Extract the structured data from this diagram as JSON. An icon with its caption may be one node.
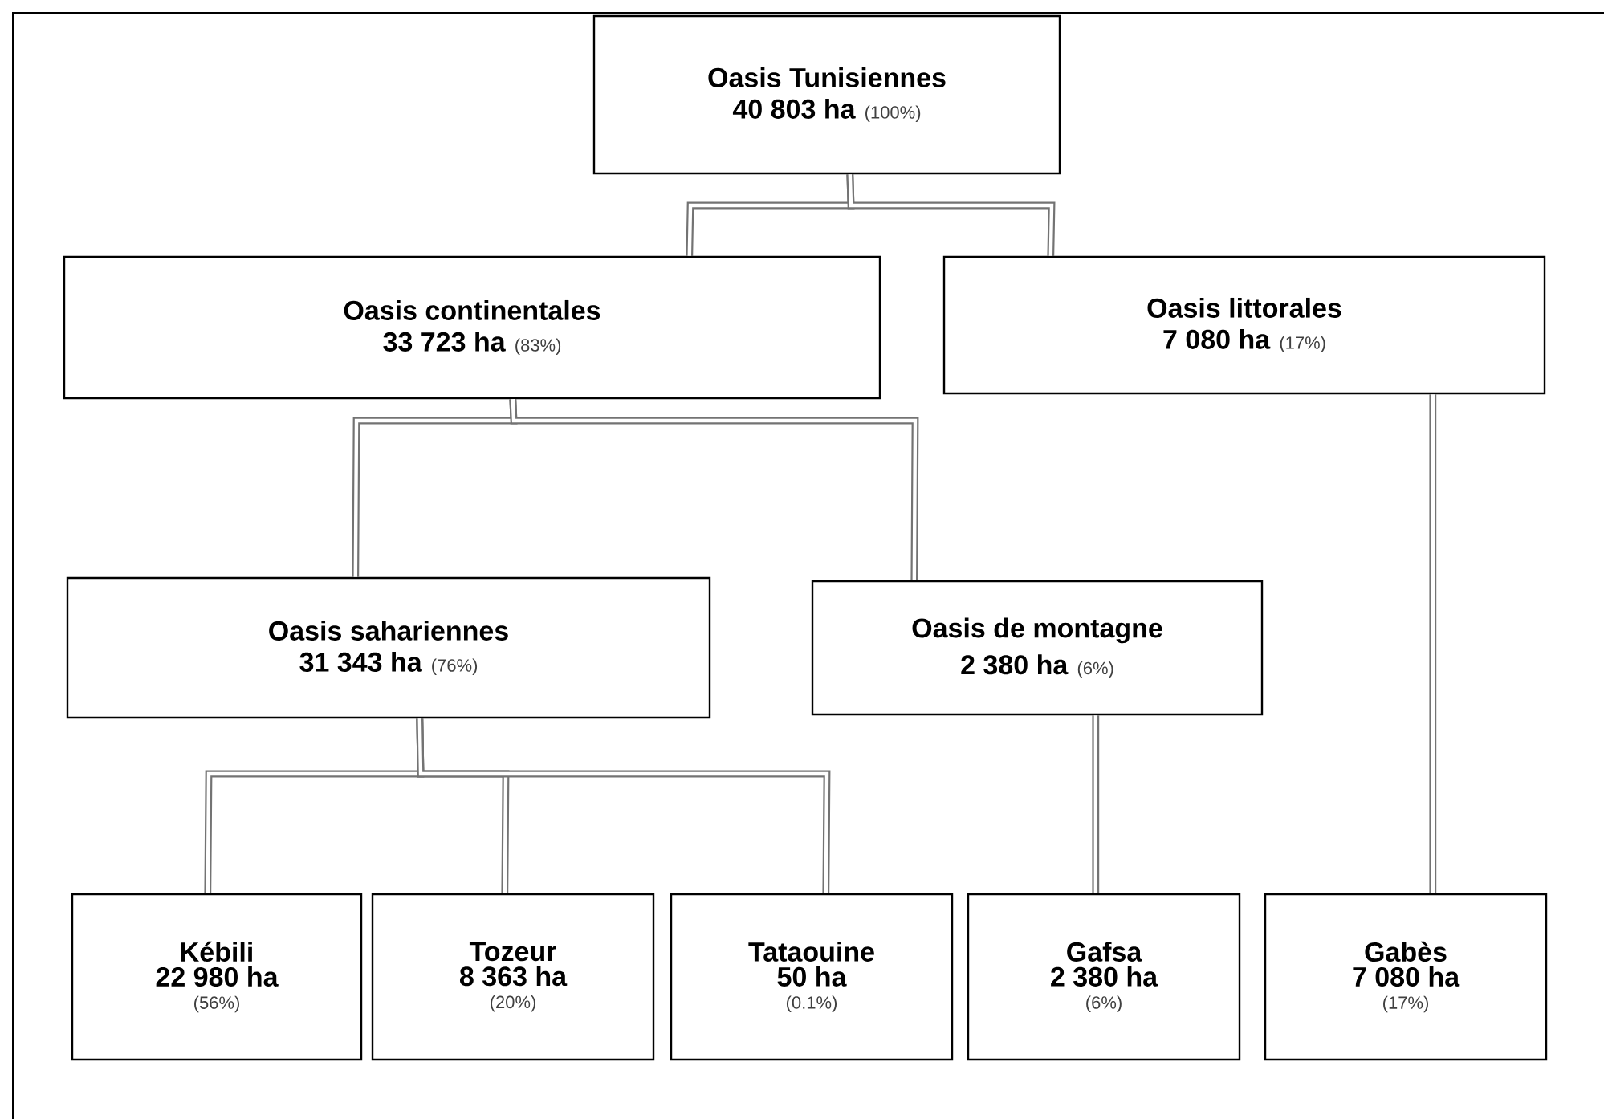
{
  "diagram": {
    "nodes": [
      {
        "text": [
          "Oasis Tunisiennes",
          "40 803 ha",
          "(100%)"
        ]
      },
      {
        "text": [
          "Oasis continentales",
          "33 723 ha",
          "(83%)"
        ]
      },
      {
        "text": [
          "Oasis littorales",
          "7 080 ha",
          "(17%)"
        ]
      },
      {
        "text": [
          "Oasis sahariennes",
          "31 343 ha",
          "(76%)"
        ]
      },
      {
        "text": [
          "Oasis de montagne",
          "2 380 ha",
          "(6%)"
        ]
      },
      {
        "text": [
          "Kébili",
          "22 980 ha",
          "(56%)"
        ]
      },
      {
        "text": [
          "Tozeur",
          "8 363 ha",
          "(20%)"
        ]
      },
      {
        "text": [
          "Tataouine",
          "50 ha",
          "(0.1%)"
        ]
      },
      {
        "text": [
          "Gafsa",
          "2 380 ha",
          "(6%)"
        ]
      },
      {
        "text": [
          "Gabès",
          "7 080 ha",
          "(17%)"
        ]
      }
    ],
    "edges": [
      {
        "from": 0,
        "to": 1,
        "arrow": "none"
      },
      {
        "from": 0,
        "to": 2,
        "arrow": "none"
      },
      {
        "from": 1,
        "to": 3,
        "arrow": "none"
      },
      {
        "from": 1,
        "to": 4,
        "arrow": "none"
      },
      {
        "from": 2,
        "to": 9,
        "arrow": "none"
      },
      {
        "from": 3,
        "to": 5,
        "arrow": "none"
      },
      {
        "from": 3,
        "to": 6,
        "arrow": "none"
      },
      {
        "from": 3,
        "to": 7,
        "arrow": "none"
      },
      {
        "from": 4,
        "to": 8,
        "arrow": "none"
      }
    ]
  }
}
